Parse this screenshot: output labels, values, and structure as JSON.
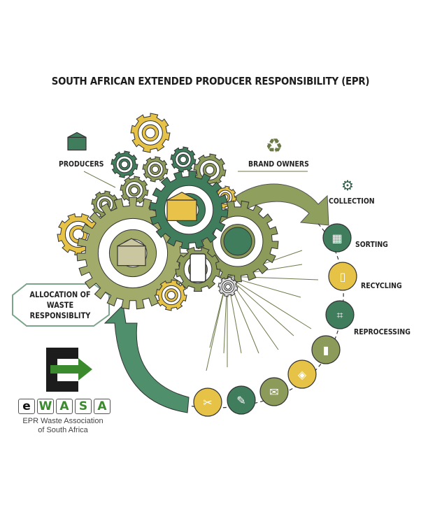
{
  "title": "SOUTH AFRICAN EXTENDED PRODUCER RESPONSIBILITY (EPR)",
  "labels": {
    "producers": "PRODUCERS",
    "brand_owners": "BRAND OWNERS",
    "collection": "COLLECTION",
    "sorting": "SORTING",
    "recycling": "RECYCLING",
    "reprocessing": "REPROCESSING",
    "allocation_line1": "ALLOCATION OF WASTE",
    "allocation_line2": "RESPONSIBLITY"
  },
  "logo": {
    "letters": [
      "e",
      "W",
      "A",
      "S",
      "A"
    ],
    "subtitle_line1": "EPR Waste Association",
    "subtitle_line2": "of South Africa"
  },
  "colors": {
    "dark_green": "#3f7d5c",
    "olive": "#8c9a5a",
    "yellow": "#e6c347",
    "logo_green": "#3b8a2e"
  }
}
